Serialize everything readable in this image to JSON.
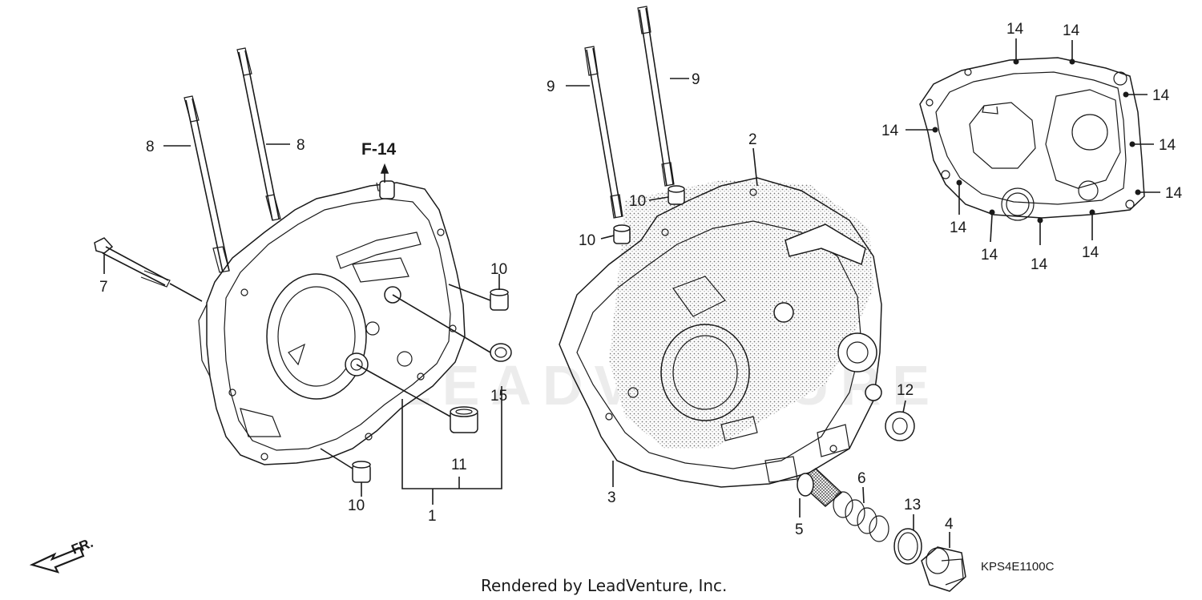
{
  "diagram": {
    "reference_label": "F-14",
    "diagram_code": "KPS4E1100C",
    "footer_credit": "Rendered by LeadVenture, Inc.",
    "front_marker": "FR.",
    "watermark": "LEADVENTURE",
    "callouts": {
      "c1": "1",
      "c2": "2",
      "c3": "3",
      "c4": "4",
      "c5": "5",
      "c6": "6",
      "c7": "7",
      "c8a": "8",
      "c8b": "8",
      "c9a": "9",
      "c9b": "9",
      "c10a": "10",
      "c10b": "10",
      "c10c": "10",
      "c10d": "10",
      "c11": "11",
      "c12": "12",
      "c13": "13",
      "c15": "15",
      "c14a": "14",
      "c14b": "14",
      "c14c": "14",
      "c14d": "14",
      "c14e": "14",
      "c14f": "14",
      "c14g": "14",
      "c14h": "14",
      "c14i": "14",
      "c14j": "14"
    }
  }
}
